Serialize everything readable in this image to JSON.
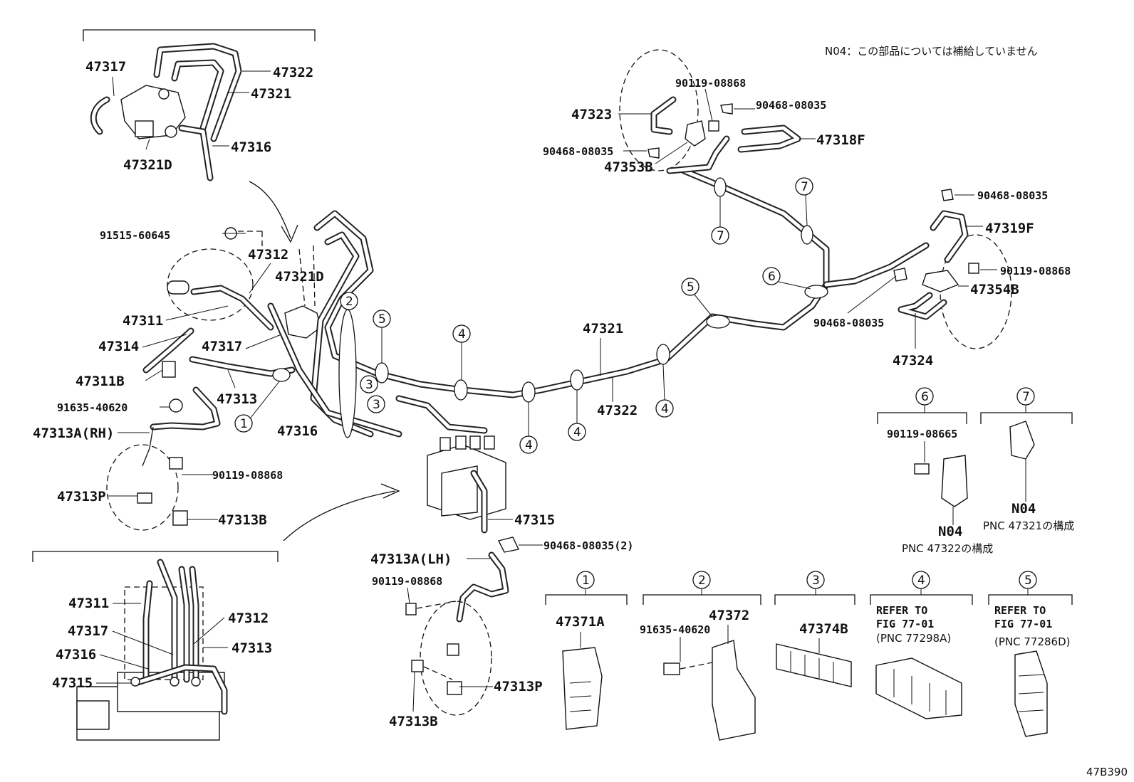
{
  "note": "N04：この部品については補給していません",
  "figure_code": "47B390",
  "labels": {
    "p47317_a": "47317",
    "p47322_a": "47322",
    "p47321_a": "47321",
    "p47316_a": "47316",
    "p47321D_a": "47321D",
    "p91515": "91515-60645",
    "p47312_a": "47312",
    "p47321D_b": "47321D",
    "p47311_a": "47311",
    "p47314": "47314",
    "p47317_b": "47317",
    "p47311B": "47311B",
    "p47313_a": "47313",
    "p91635_a": "91635-40620",
    "p47316_b": "47316",
    "p47313A_RH": "47313A(RH)",
    "p90119_a": "90119-08868",
    "p47313P_a": "47313P",
    "p47313B_a": "47313B",
    "p47311_b": "47311",
    "p47312_b": "47312",
    "p47317_c": "47317",
    "p47313_b": "47313",
    "p47316_c": "47316",
    "p47315_b": "47315",
    "p90119_b": "90119-08868",
    "p90468_a": "90468-08035",
    "p47323": "47323",
    "p47318F": "47318F",
    "p90468_b": "90468-08035",
    "p47353B": "47353B",
    "p90468_c": "90468-08035",
    "p47319F": "47319F",
    "p90119_c": "90119-08868",
    "p47354B": "47354B",
    "p90468_d": "90468-08035",
    "p47324": "47324",
    "p47321_b": "47321",
    "p47322_b": "47322",
    "p47315_a": "47315",
    "p90468_e": "90468-08035(2)",
    "p47313A_LH": "47313A(LH)",
    "p90119_d": "90119-08868",
    "p47313P_b": "47313P",
    "p47313B_b": "47313B",
    "p90119_e": "90119-08665",
    "n04_a": "N04",
    "pnc47322": "PNC 47322の構成",
    "n04_b": "N04",
    "pnc47321": "PNC 47321の構成"
  },
  "clamps": {
    "c1_part": "47371A",
    "c2_bolt": "91635-40620",
    "c2_part": "47372",
    "c3_part": "47374B",
    "c4_ref1": "REFER TO",
    "c4_ref2": "FIG 77-01",
    "c4_ref3": "(PNC 77298A)",
    "c5_ref1": "REFER TO",
    "c5_ref2": "FIG 77-01",
    "c5_ref3": "(PNC 77286D)"
  },
  "callouts": {
    "one": "1",
    "two": "2",
    "three": "3",
    "four": "4",
    "five": "5",
    "six": "6",
    "seven": "7"
  }
}
